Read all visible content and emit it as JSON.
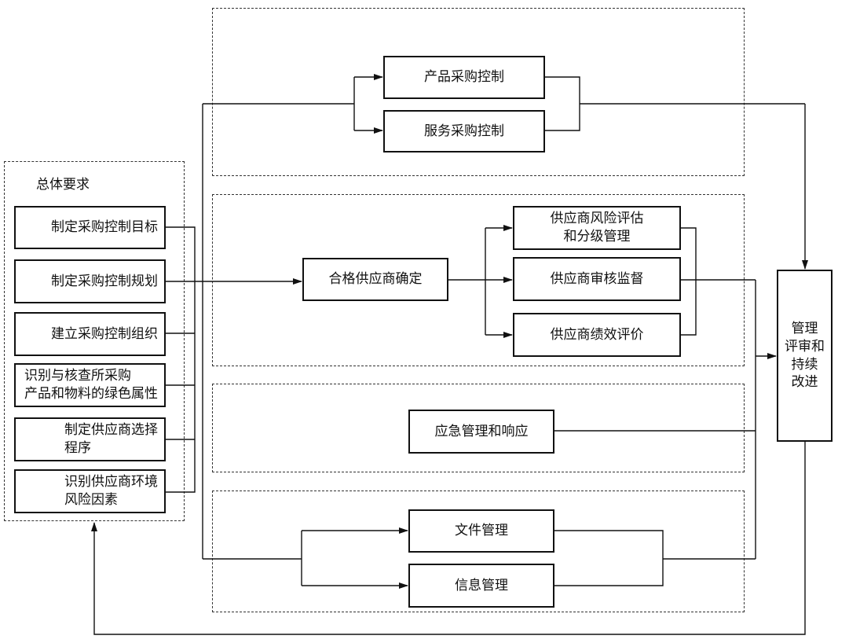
{
  "requirements": {
    "title": "总体要求",
    "items": [
      "制定采购控制目标",
      "制定采购控制规划",
      "建立采购控制组织",
      "识别与核查所采购\n产品和物料的绿色属性",
      "制定供应商选择\n程序",
      "识别供应商环境\n风险因素"
    ]
  },
  "procurement": {
    "product": "产品采购控制",
    "service": "服务采购控制"
  },
  "supplier": {
    "qualified": "合格供应商确定",
    "risk": "供应商风险评估\n和分级管理",
    "audit": "供应商审核监督",
    "performance": "供应商绩效评价"
  },
  "emergency": {
    "label": "应急管理和响应"
  },
  "records": {
    "document": "文件管理",
    "information": "信息管理"
  },
  "review": {
    "label": "管理\n评审和\n持续\n改进"
  }
}
